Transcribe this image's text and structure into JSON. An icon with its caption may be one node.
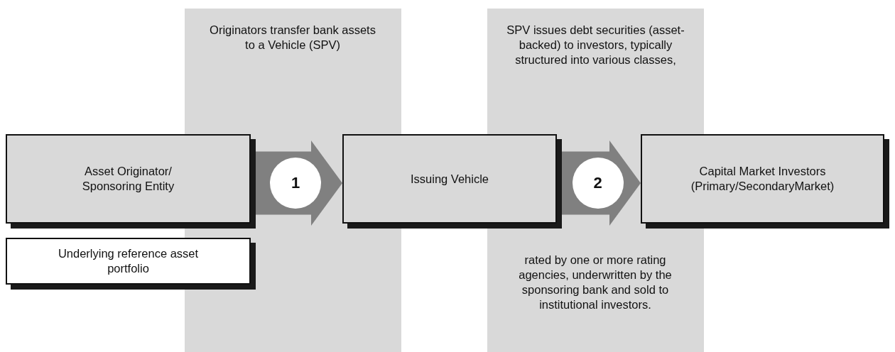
{
  "diagram": {
    "nodes": [
      {
        "text": [
          "Asset Originator/ Sponsoring Entity"
        ]
      },
      {
        "text": [
          "Underlying reference asset portfolio"
        ]
      },
      {
        "text": [
          "Issuing Vehicle"
        ]
      },
      {
        "text": [
          "Capital Market Investors (Primary/SecondaryMarket)"
        ]
      }
    ],
    "edges": [
      {
        "from": 0,
        "to": 2,
        "arrow": "to",
        "label": "1"
      },
      {
        "from": 2,
        "to": 3,
        "arrow": "to",
        "label": "2"
      }
    ],
    "labels": [
      "Originators transfer bank assets to a Vehicle (SPV)",
      "SPV issues debt securities (asset-backed) to investors, typically structured into various classes,",
      "rated by one or more rating agencies, underwritten by the sponsoring bank and sold to institutional investors."
    ]
  }
}
